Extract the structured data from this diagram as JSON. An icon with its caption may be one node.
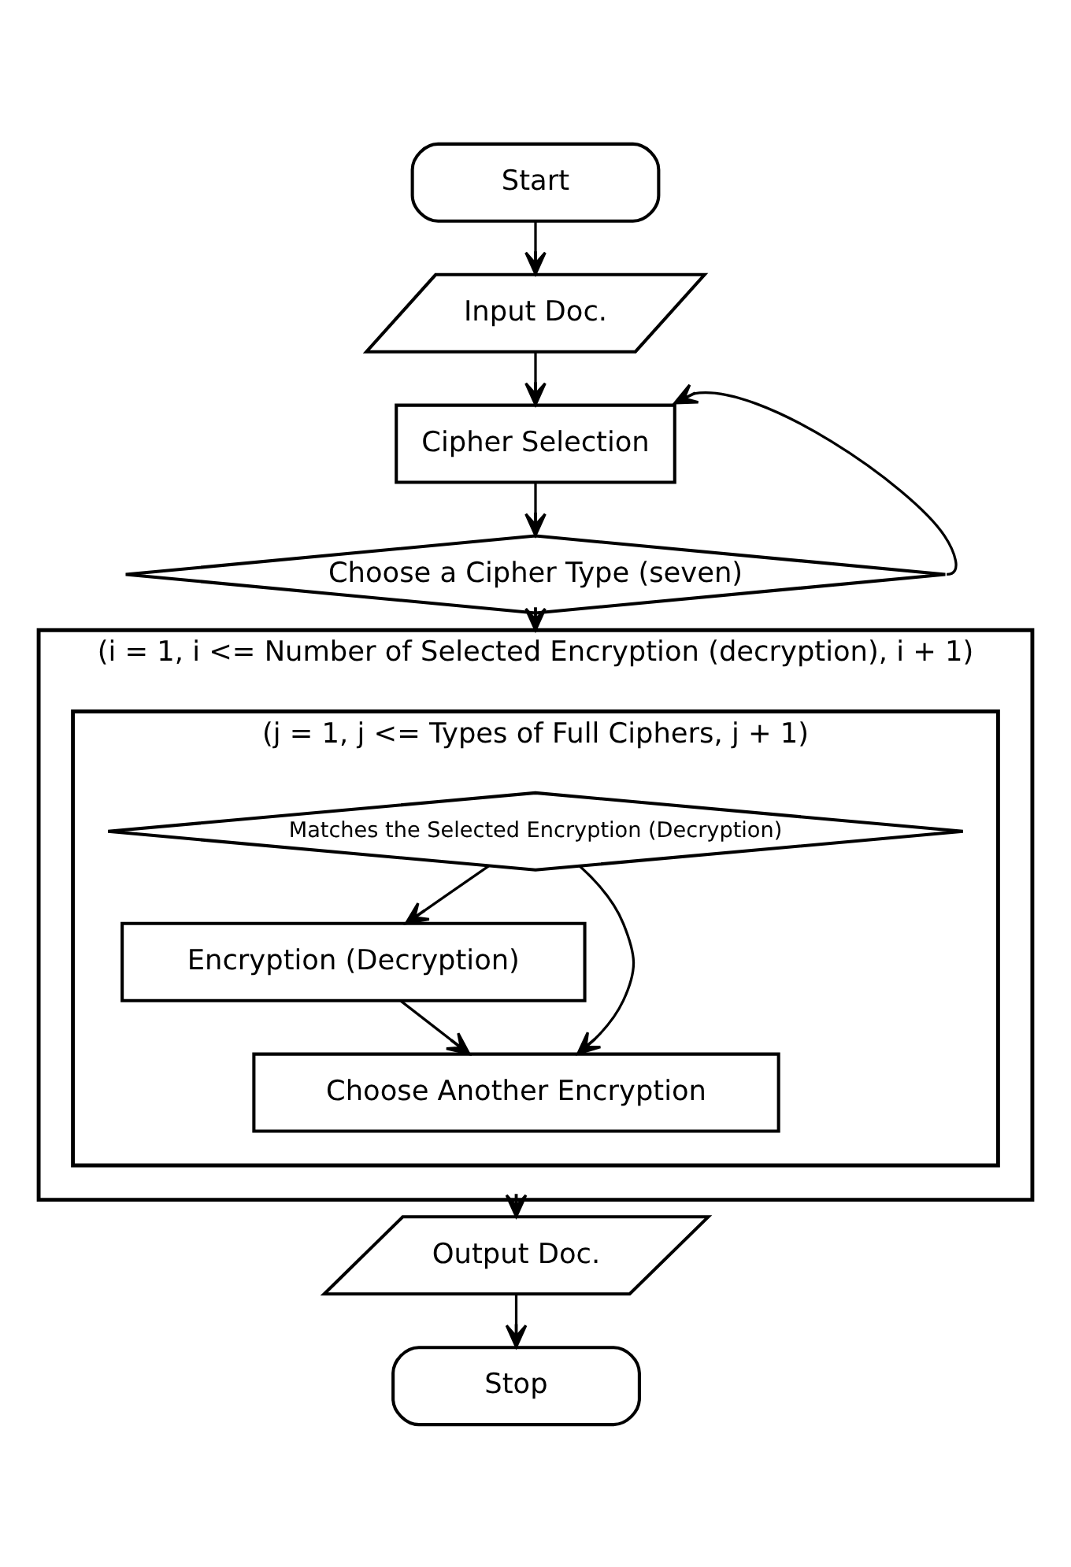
{
  "diagram": {
    "nodes": [
      {
        "text": [
          "Start"
        ]
      },
      {
        "text": [
          "Input Doc."
        ]
      },
      {
        "text": [
          "Cipher Selection"
        ]
      },
      {
        "text": [
          "Choose a Cipher Type (seven)"
        ]
      },
      {
        "text": [
          "(i = 1, i <= Number of Selected Encryption (decryption), i + 1)"
        ]
      },
      {
        "text": [
          "(j = 1, j <= Types of Full Ciphers, j + 1)"
        ],
        "in": 4
      },
      {
        "text": [
          "Matches the Selected Encryption (Decryption)"
        ],
        "in": 5
      },
      {
        "text": [
          "Encryption (Decryption)"
        ],
        "in": 5
      },
      {
        "text": [
          "Choose Another Encryption"
        ],
        "in": 5
      },
      {
        "text": [
          "Output Doc."
        ]
      },
      {
        "text": [
          "Stop"
        ]
      }
    ],
    "edges": [
      {
        "from": 0,
        "to": 1,
        "arrow": "to"
      },
      {
        "from": 1,
        "to": 2,
        "arrow": "to"
      },
      {
        "from": 2,
        "to": 3,
        "arrow": "to"
      },
      {
        "from": 3,
        "to": 2,
        "arrow": "to"
      },
      {
        "from": 3,
        "to": 4,
        "arrow": "to"
      },
      {
        "from": 6,
        "to": 7,
        "arrow": "to"
      },
      {
        "from": 7,
        "to": 8,
        "arrow": "to"
      },
      {
        "from": 6,
        "to": 8,
        "arrow": "to"
      },
      {
        "from": 4,
        "to": 9,
        "arrow": "to"
      },
      {
        "from": 9,
        "to": 10,
        "arrow": "to"
      }
    ]
  }
}
